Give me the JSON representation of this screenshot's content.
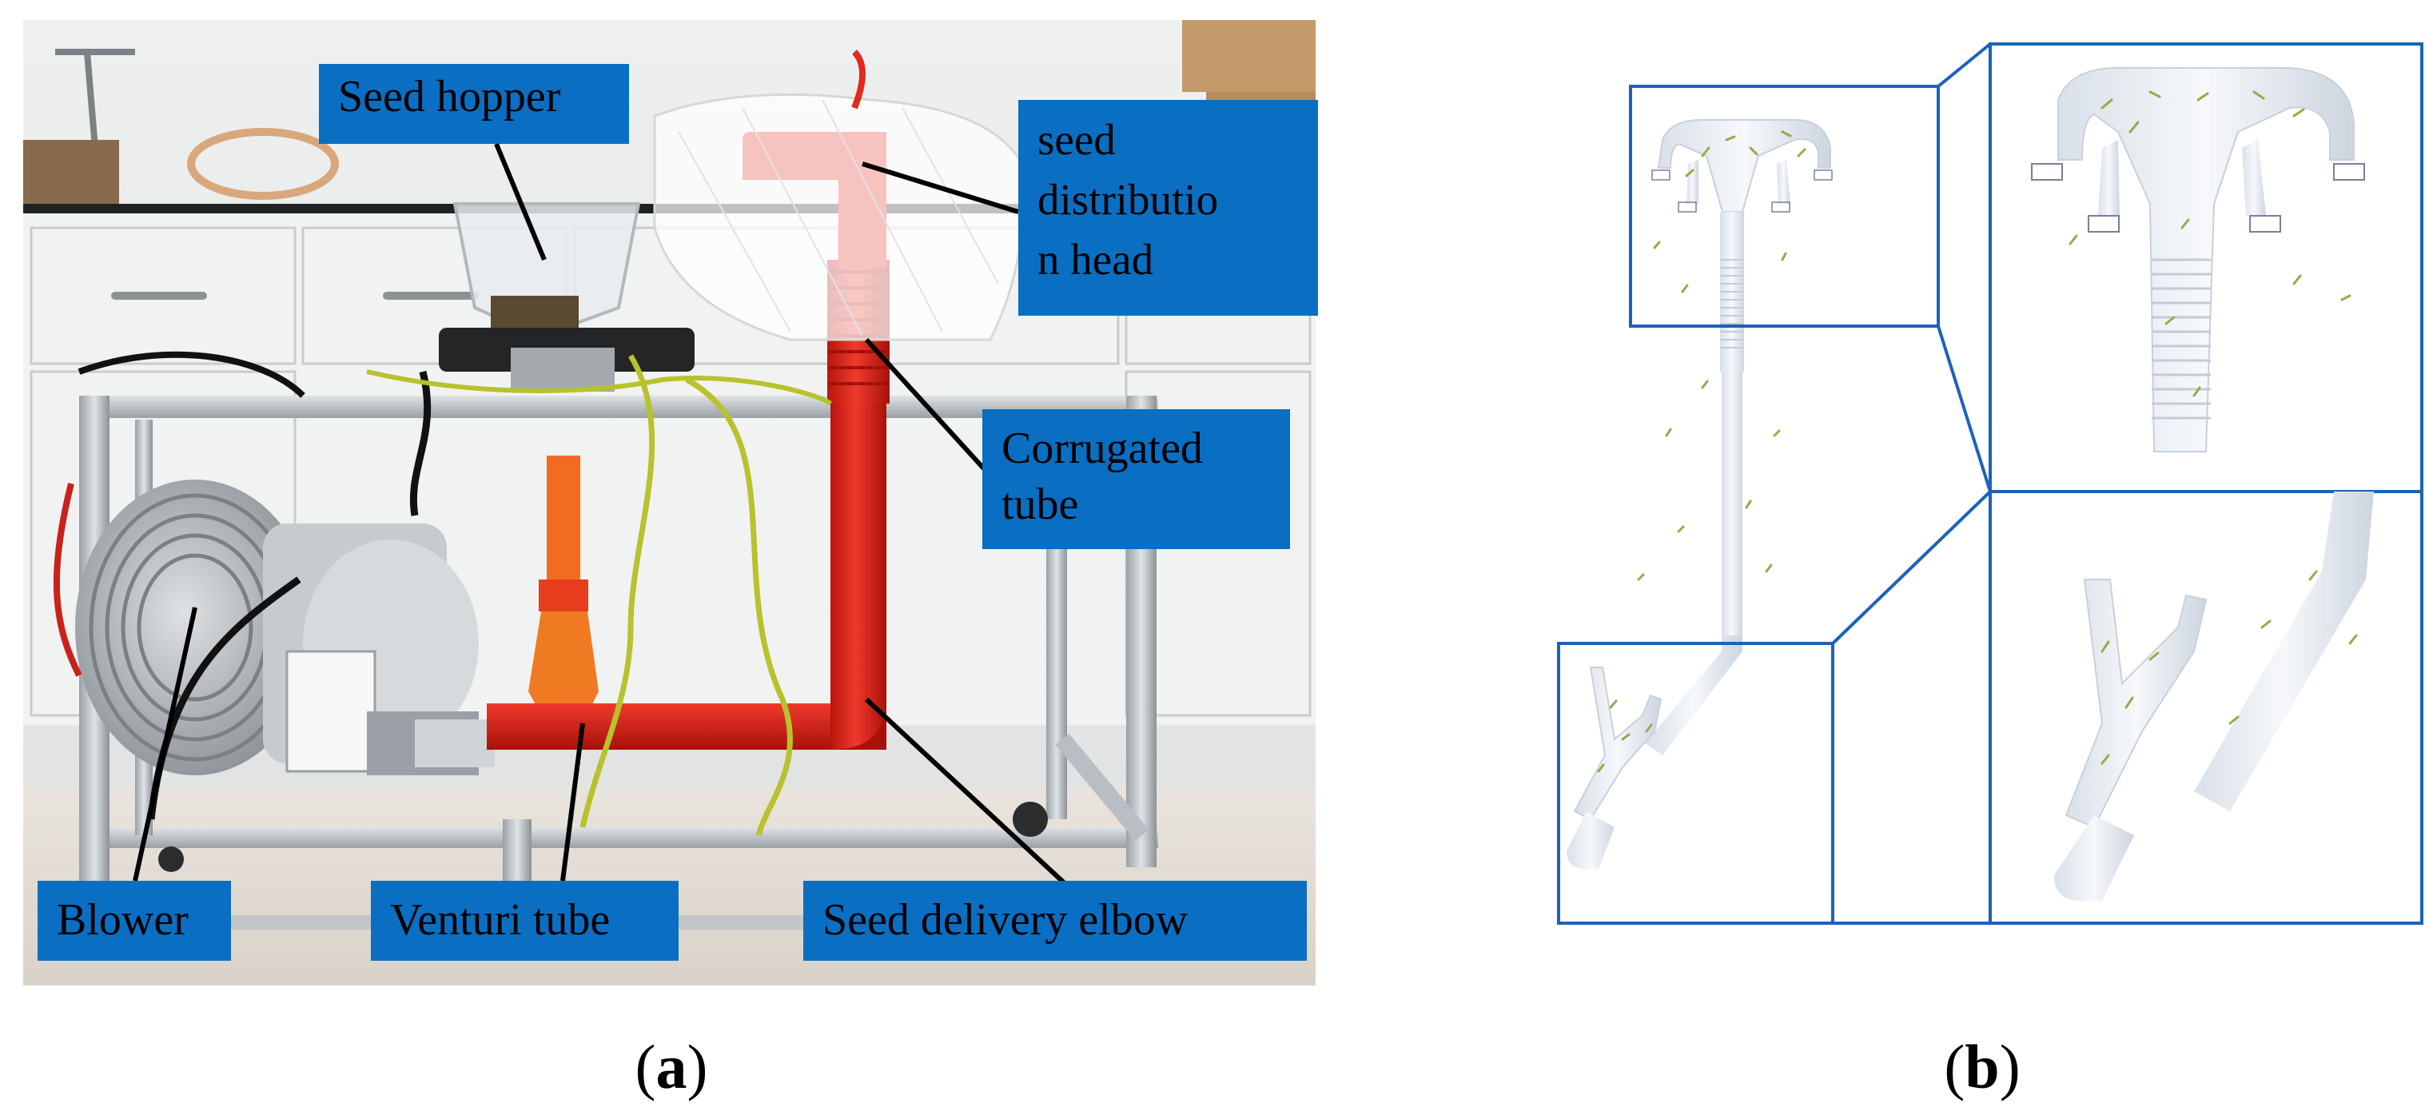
{
  "panel_a": {
    "label_open": "(",
    "label_letter": "a",
    "label_close": ")",
    "callouts": {
      "seed_hopper": "Seed hopper",
      "seed_distribution_head": [
        "seed",
        "distributio",
        "n head"
      ],
      "corrugated_tube": [
        "Corrugated",
        "tube"
      ],
      "blower": "Blower",
      "venturi_tube": "Venturi tube",
      "seed_delivery_elbow": "Seed delivery elbow"
    },
    "colors": {
      "callout_bg": "#0a6fc2",
      "pipe_red": "#e0241a",
      "frame_aluminium": "#b9bec4",
      "wall": "#e9ebec"
    }
  },
  "panel_b": {
    "label_open": "(",
    "label_letter": "b",
    "label_close": ")",
    "colors": {
      "pipe": "#e9eef4",
      "seed": "#9aa84a",
      "zoom_frame": "#1b63b8"
    }
  }
}
